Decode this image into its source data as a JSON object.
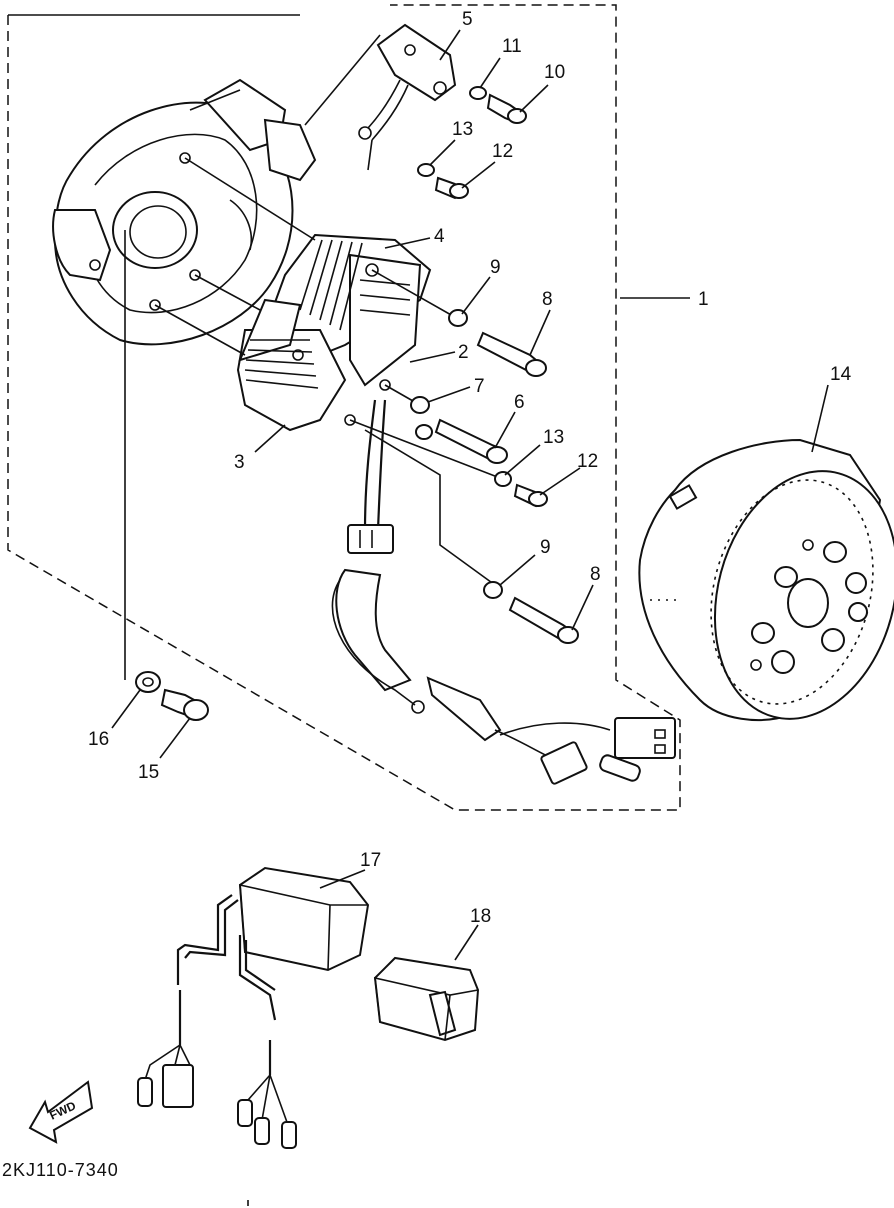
{
  "drawing_code": "2KJ110-7340",
  "direction_badge": "FWD",
  "callouts": {
    "p1": "1",
    "p2": "2",
    "p3": "3",
    "p4": "4",
    "p5": "5",
    "p6": "6",
    "p7": "7",
    "p8a": "8",
    "p8b": "8",
    "p9a": "9",
    "p9b": "9",
    "p10": "10",
    "p11": "11",
    "p12a": "12",
    "p12b": "12",
    "p13a": "13",
    "p13b": "13",
    "p14": "14",
    "p15": "15",
    "p16": "16",
    "p17": "17",
    "p18": "18"
  }
}
